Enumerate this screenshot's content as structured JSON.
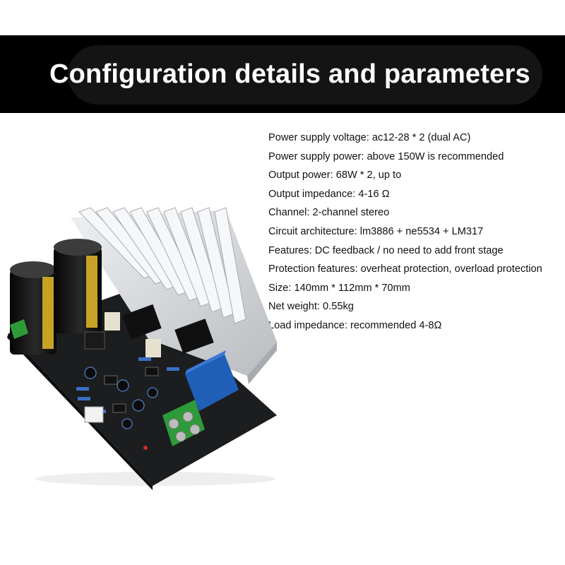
{
  "header": {
    "title": "Configuration details and parameters"
  },
  "specs": [
    "Power supply voltage: ac12-28 * 2 (dual AC)",
    "Power supply power: above 150W is recommended",
    "Output power: 68W * 2, up to",
    "Output impedance: 4-16 Ω",
    "Channel: 2-channel stereo",
    "Circuit architecture: lm3886 + ne5534 + LM317",
    "Features: DC feedback / no need to add front stage",
    "Protection features: overheat protection, overload protection",
    "Size: 140mm * 112mm * 70mm",
    "Net weight: 0.55kg",
    "Load impedance: recommended 4-8Ω"
  ],
  "colors": {
    "banner": "#000000",
    "pcb": "#1b1d1f",
    "heatsink": "#d7d9dc",
    "relay": "#1f5fb8",
    "terminal": "#2f9a3a"
  }
}
